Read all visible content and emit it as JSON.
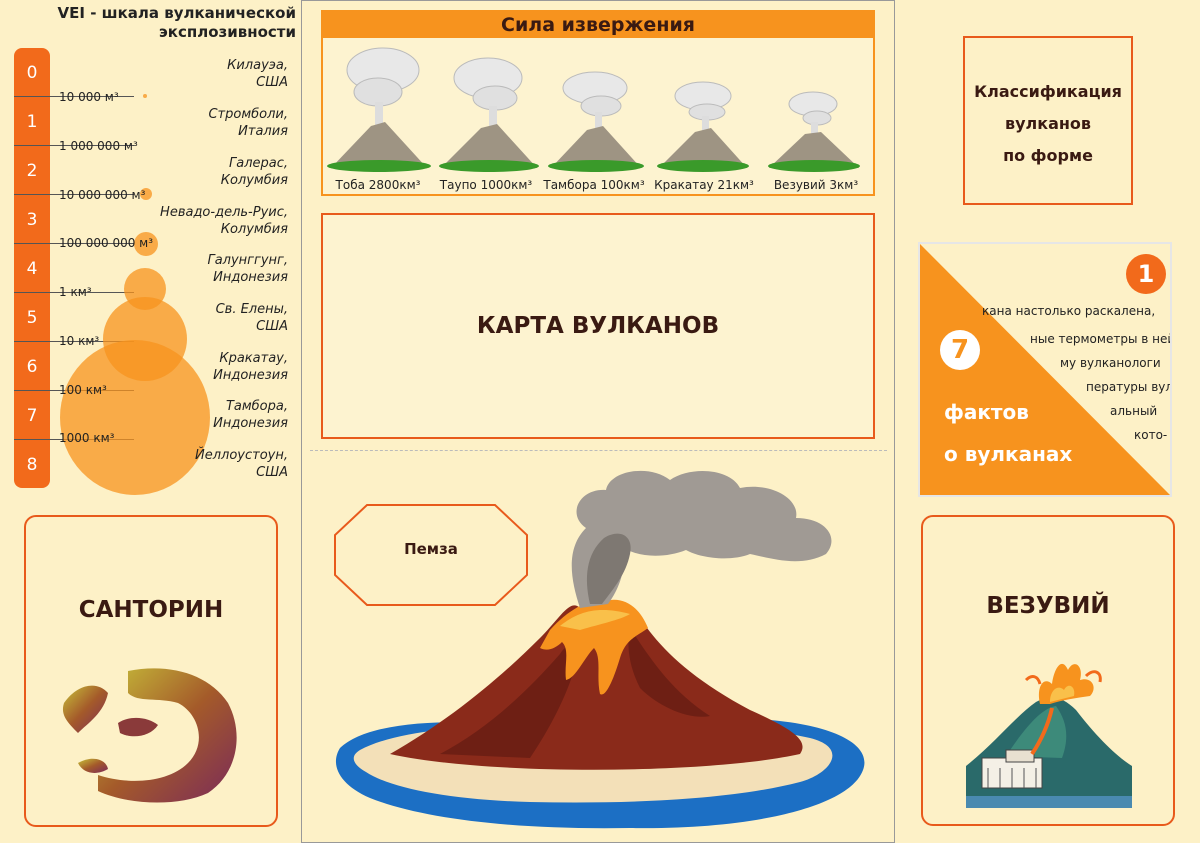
{
  "vei": {
    "title_line1": "VEI - шкала вулканической",
    "title_line2": "эксплозивности",
    "levels": [
      "0",
      "1",
      "2",
      "3",
      "4",
      "5",
      "6",
      "7",
      "8"
    ],
    "volumes": [
      "10 000 м³",
      "1 000 000 м³",
      "10 000 000 м³",
      "100 000 000 м³",
      "1 км³",
      "10 км³",
      "100 км³",
      "1000 км³"
    ],
    "examples": [
      {
        "name": "Килауэа,",
        "country": "США"
      },
      {
        "name": "Стромболи,",
        "country": "Италия"
      },
      {
        "name": "Галерас,",
        "country": "Колумбия"
      },
      {
        "name": "Невадо-дель-Руис,",
        "country": "Колумбия"
      },
      {
        "name": "Галунггунг,",
        "country": "Индонезия"
      },
      {
        "name": "Св. Елены,",
        "country": "США"
      },
      {
        "name": "Кракатау,",
        "country": "Индонезия"
      },
      {
        "name": "Тамбора,",
        "country": "Индонезия"
      },
      {
        "name": "Йеллоустоун,",
        "country": "США"
      }
    ]
  },
  "force": {
    "title": "Сила извержения",
    "volcanoes": [
      "Тоба 2800км³",
      "Таупо 1000км³",
      "Тамбора 100км³",
      "Кракатау 21км³",
      "Везувий 3км³"
    ]
  },
  "map": {
    "title": "КАРТА ВУЛКАНОВ"
  },
  "pumice": {
    "label": "Пемза"
  },
  "santorini": {
    "title": "САНТОРИН"
  },
  "vesuvius": {
    "title": "ВЕЗУВИЙ"
  },
  "classification": {
    "line1": "Классификация",
    "line2": "вулканов",
    "line3": "по форме"
  },
  "facts": {
    "badge_one": "1",
    "badge_seven": "7",
    "label1": "фактов",
    "label2": "о вулканах",
    "partial_lines": [
      "кана настолько раскалена,",
      "ные термометры в ней",
      "му вулканологи",
      "пературы вул-",
      "альный",
      "кото-"
    ]
  },
  "colors": {
    "accent": "#f7931e",
    "border": "#e85a1c",
    "background": "#fdf1c7",
    "text": "#3a1a12"
  }
}
